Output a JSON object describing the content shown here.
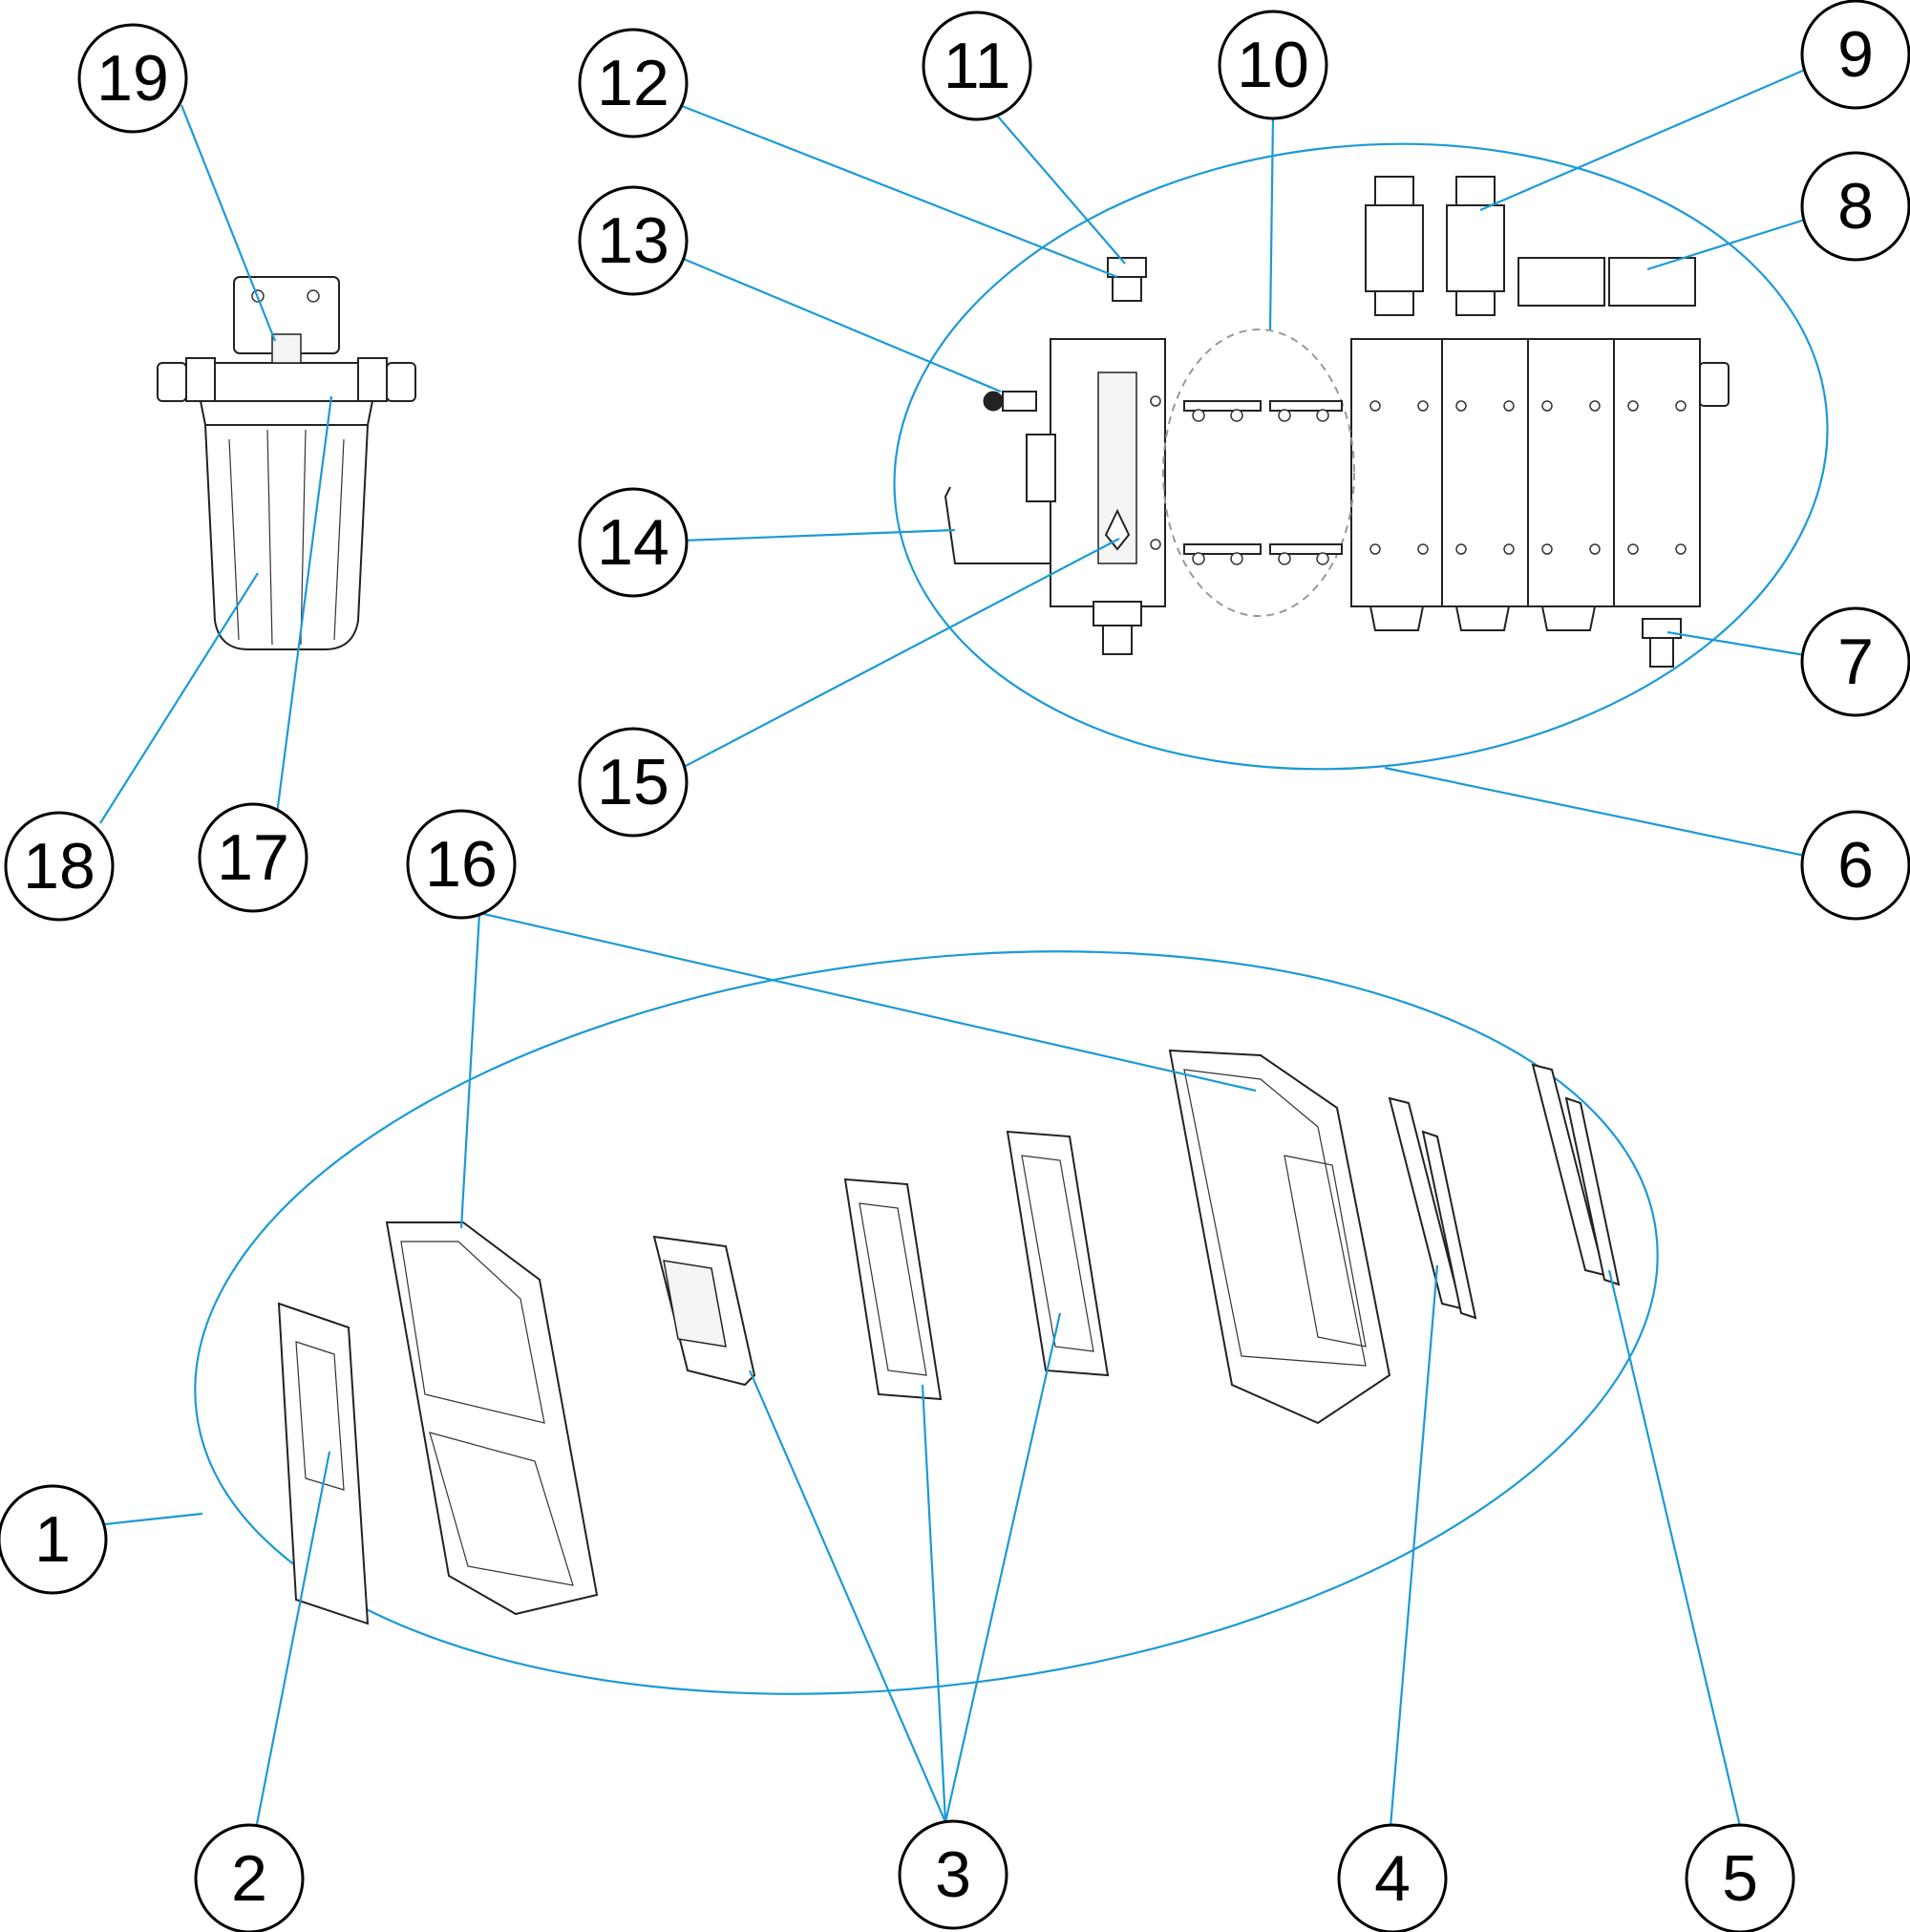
{
  "callouts": [
    {
      "id": "1",
      "label": "1"
    },
    {
      "id": "2",
      "label": "2"
    },
    {
      "id": "3",
      "label": "3"
    },
    {
      "id": "4",
      "label": "4"
    },
    {
      "id": "5",
      "label": "5"
    },
    {
      "id": "6",
      "label": "6"
    },
    {
      "id": "7",
      "label": "7"
    },
    {
      "id": "8",
      "label": "8"
    },
    {
      "id": "9",
      "label": "9"
    },
    {
      "id": "10",
      "label": "10"
    },
    {
      "id": "11",
      "label": "11"
    },
    {
      "id": "12",
      "label": "12"
    },
    {
      "id": "13",
      "label": "13"
    },
    {
      "id": "14",
      "label": "14"
    },
    {
      "id": "15",
      "label": "15"
    },
    {
      "id": "16",
      "label": "16"
    },
    {
      "id": "17",
      "label": "17"
    },
    {
      "id": "18",
      "label": "18"
    },
    {
      "id": "19",
      "label": "19"
    }
  ],
  "colors": {
    "leader": "#1b9ad6",
    "outline": "#222222"
  }
}
